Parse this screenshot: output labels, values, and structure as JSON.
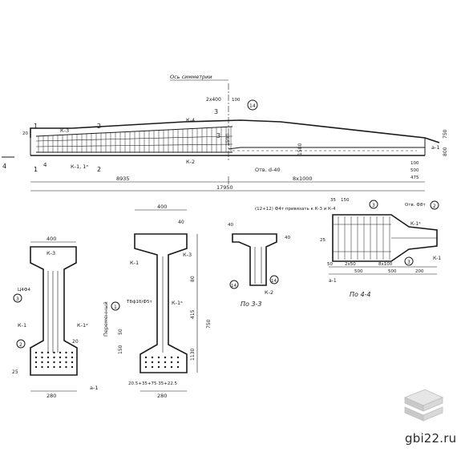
{
  "watermark": "gbi22.ru",
  "elevation": {
    "label_axis": "Ось симметрии",
    "dims": {
      "left": "8935",
      "right": "8х1000",
      "total": "17950",
      "top_right": "750",
      "right_mid": "800",
      "mid_h": "1590",
      "mid_h2": "1580",
      "spacing": "2х400",
      "top_small": "100",
      "bot_a": "100",
      "bot_b": "500",
      "bot_c": "475",
      "left_small": "20"
    },
    "marks": {
      "k3": "К-3",
      "k4": "К-4",
      "k2": "К-2",
      "k1": "К-1, 1ᵃ",
      "a1": "а-1",
      "otv": "Отв. d-40",
      "num_14": "14",
      "num_3": "3",
      "sec1": "1",
      "sec2": "2",
      "sec3": "3",
      "sec4": "4"
    }
  },
  "section_1_1": {
    "dims": {
      "top": "400",
      "bottom": "280",
      "left_bot": "25",
      "left_mid": "20"
    },
    "marks": {
      "k3": "К-3",
      "k1": "К-1",
      "k1a": "К-1ᵃ",
      "a1": "а-1",
      "phi": "Ц4Ф4",
      "c2": "2",
      "c3": "3"
    }
  },
  "section_2_2": {
    "dims": {
      "top": "400",
      "bottom": "280",
      "r1": "40",
      "r2": "80",
      "r3": "415",
      "r4": "1130",
      "r5": "750",
      "bot": "20.5+35+75·35+22.5",
      "l1": "50",
      "l2": "150"
    },
    "marks": {
      "k1": "К-1",
      "k3": "К-3",
      "k1a": "К-1ᵃ",
      "side": "Переменный",
      "tbar": "Т8ф1б/Ф5т",
      "c1": "1"
    }
  },
  "section_3_3": {
    "title": "По 3-3",
    "dims": {
      "top_left": "40",
      "top_right": "40"
    },
    "marks": {
      "k2": "К-2",
      "note": "(12+12) Ф4т привязать к К-3 и К-4",
      "c14a": "14",
      "c14b": "14"
    }
  },
  "section_4_4": {
    "title": "По 4-4",
    "dims": {
      "a": "35",
      "b": "150",
      "c": "2х50",
      "d": "8х100",
      "e": "500",
      "f": "500",
      "g": "200",
      "h": "50",
      "i": "25"
    },
    "marks": {
      "k1a": "К-1ᵃ",
      "k1": "К-1",
      "a1": "а-1",
      "otv": "Отв. Ф8т",
      "c2": "2",
      "c3a": "3",
      "c3b": "3"
    }
  }
}
